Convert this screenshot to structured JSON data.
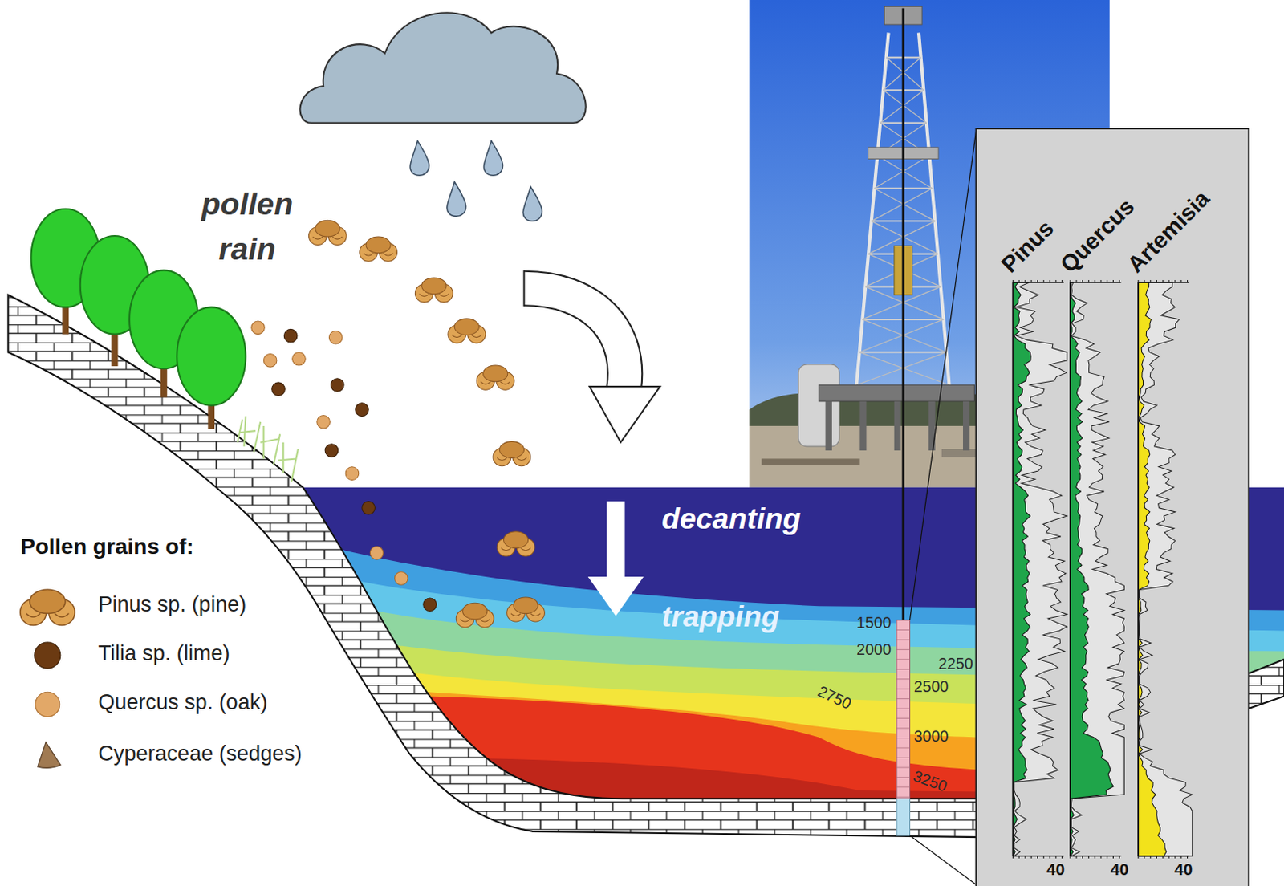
{
  "diagram": {
    "labels": [
      "pollen rain",
      "decanting",
      "trapping",
      "Pollen grains of:",
      "1500",
      "2000",
      "2250",
      "2500",
      "2750",
      "3000",
      "3250",
      "Pinus",
      "Quercus",
      "Artemisia",
      "40",
      "40",
      "40"
    ],
    "legend": [
      {
        "text": "Pinus sp. (pine)"
      },
      {
        "text": "Tilia sp. (lime)"
      },
      {
        "text": "Quercus sp. (oak)"
      },
      {
        "text": "Cyperaceae (sedges)"
      }
    ]
  }
}
